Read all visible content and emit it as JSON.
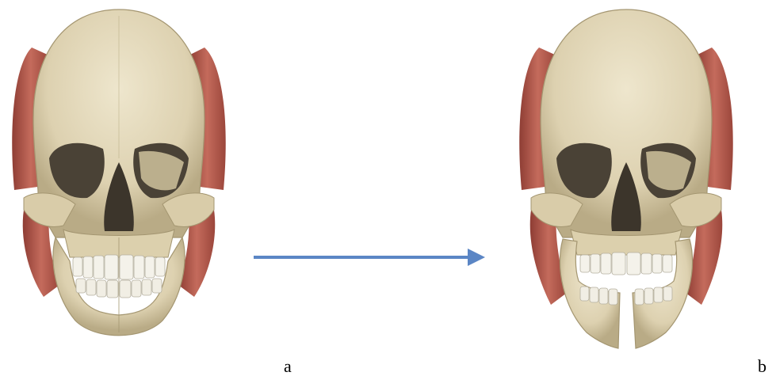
{
  "figure": {
    "panels": [
      {
        "id": "a",
        "label": "a",
        "state": "intact-mandible"
      },
      {
        "id": "b",
        "label": "b",
        "state": "split-mandible"
      }
    ],
    "arrow": {
      "direction": "right",
      "color": "#5b86c5"
    },
    "colors": {
      "bone": "#e6dcc1",
      "bone_shadow": "#b8ab87",
      "muscle": "#b8584c",
      "muscle_dark": "#8e3d34",
      "teeth": "#f4f2ea",
      "cavity": "#4a4236"
    }
  }
}
